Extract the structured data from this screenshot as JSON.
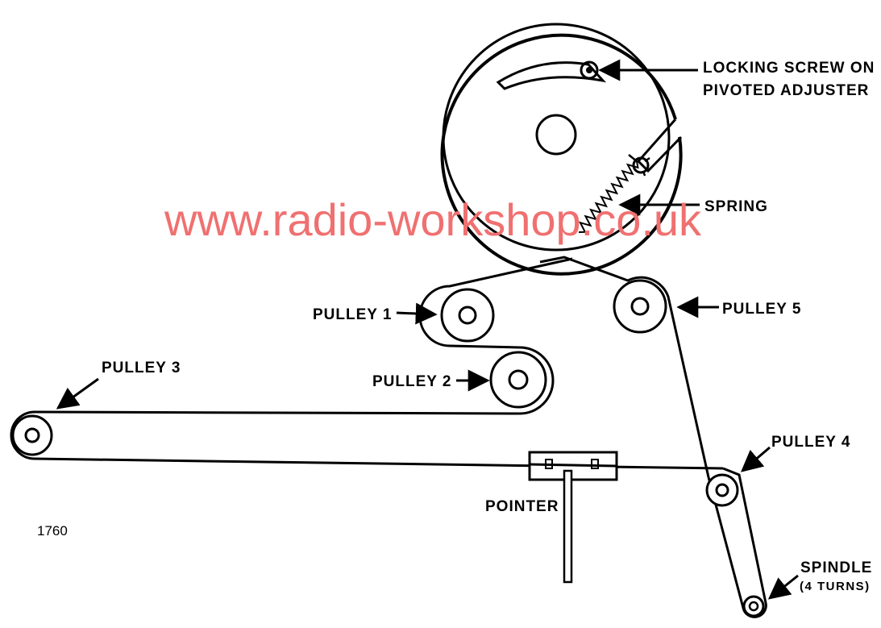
{
  "labels": {
    "locking_screw_line1": "LOCKING SCREW ON",
    "locking_screw_line2": "PIVOTED ADJUSTER",
    "spring": "SPRING",
    "pulley1": "PULLEY 1",
    "pulley2": "PULLEY 2",
    "pulley3": "PULLEY 3",
    "pulley4": "PULLEY 4",
    "pulley5": "PULLEY 5",
    "pointer": "POINTER",
    "spindle_line1": "SPINDLE",
    "spindle_line2": "(4 TURNS)"
  },
  "figure_number": "1760",
  "watermark": "www.radio-workshop.co.uk",
  "colors": {
    "ink": "#000000",
    "watermark": "#f07070",
    "background": "#ffffff"
  }
}
